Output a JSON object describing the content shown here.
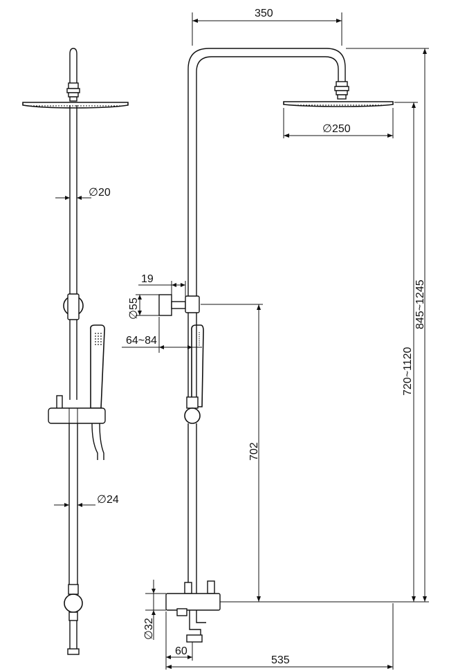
{
  "dimensions": {
    "arm_reach": "350",
    "head_diameter": "∅250",
    "riser_diameter_top": "∅20",
    "riser_diameter_bottom": "∅24",
    "holder_offset": "19",
    "bracket_diameter": "∅55",
    "wall_distance": "64~84",
    "bracket_height": "702",
    "riser_range": "720~1120",
    "total_range": "845~1245",
    "valve_diameter": "∅32",
    "spout_offset": "60",
    "overall_depth": "535"
  }
}
